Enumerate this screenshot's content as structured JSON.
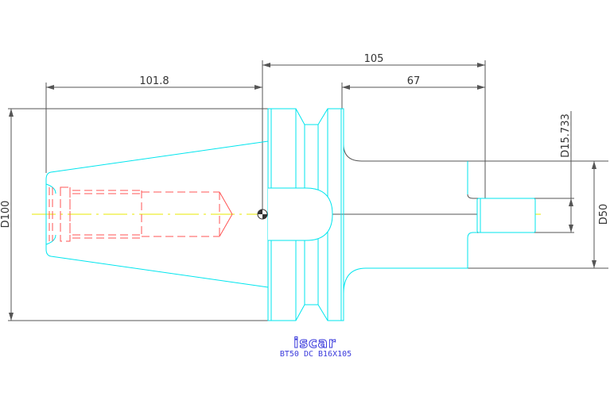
{
  "drawing": {
    "dimensions": {
      "taper_length": "101.8",
      "overall_length": "105",
      "projection_length": "67",
      "flange_diameter": "D100",
      "body_diameter": "D50",
      "bore_diameter": "D15.733"
    },
    "brand": "iscar",
    "caption": "BT50 DC B16X105",
    "colors": {
      "outline": "#00e5ee",
      "hidden": "#ff5555",
      "centerline": "#e8e800",
      "dimension": "#555555",
      "caption": "#3b3bdc"
    }
  }
}
